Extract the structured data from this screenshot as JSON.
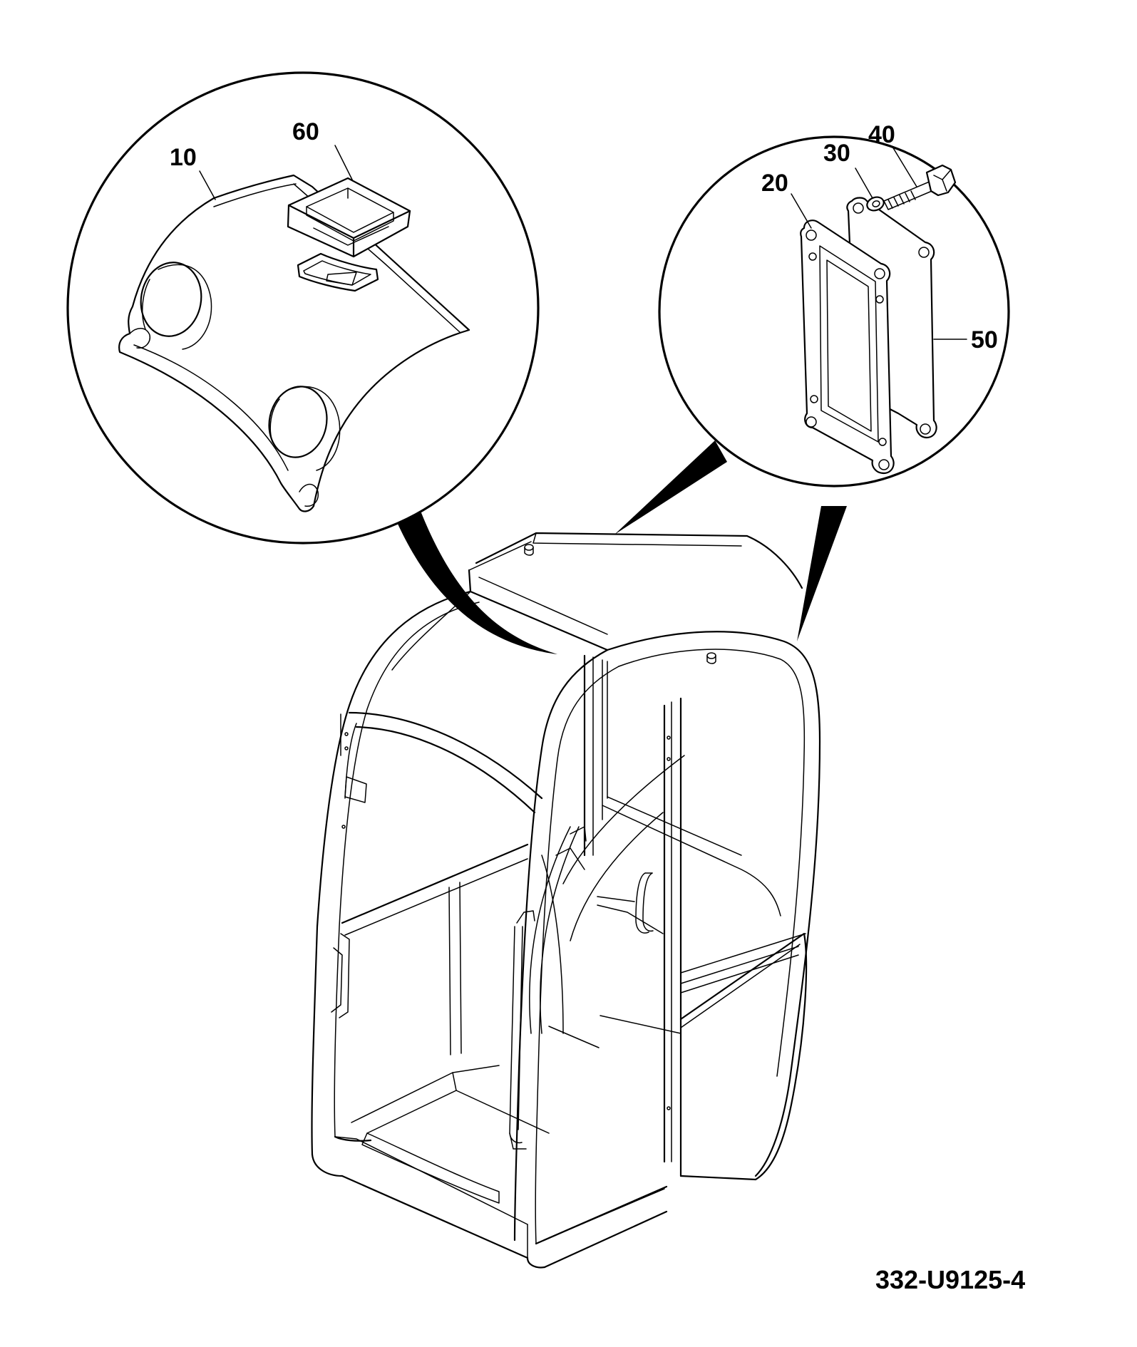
{
  "callouts": {
    "c10": "10",
    "c20": "20",
    "c30": "30",
    "c40": "40",
    "c50": "50",
    "c60": "60"
  },
  "drawing_number": "332-U9125-4"
}
